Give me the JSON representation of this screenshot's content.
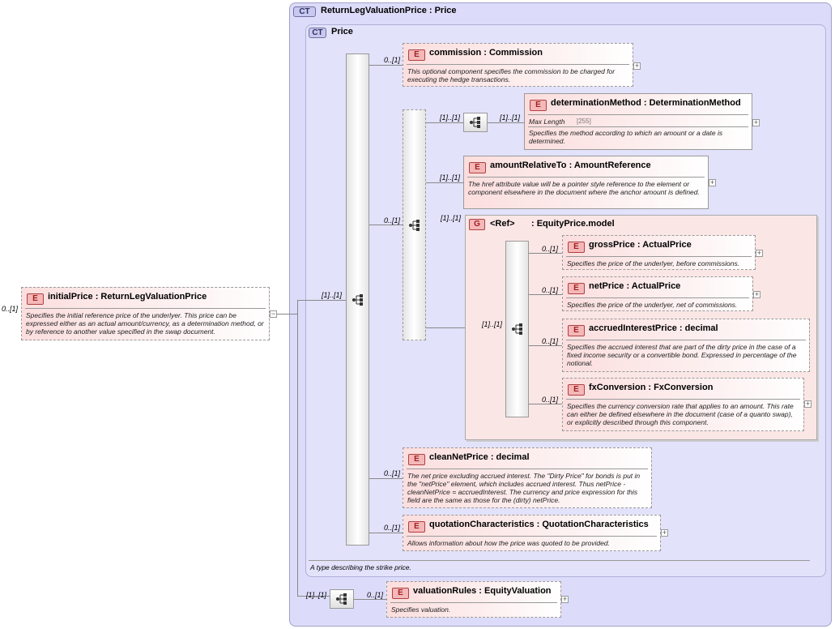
{
  "complex_type": {
    "badge": "CT",
    "title": "ReturnLegValuationPrice : Price"
  },
  "price_type": {
    "badge": "CT",
    "title": "Price",
    "footer": "A type describing the strike price."
  },
  "root_element": {
    "badge": "E",
    "title": "initialPrice : ReturnLegValuationPrice",
    "cardinality": "0..[1]",
    "description": "Specifies the initial reference price of the underlyer. This price can be expressed either as an actual amount/currency, as a determination method, or by reference to another value specified in the swap document."
  },
  "elements": {
    "commission": {
      "badge": "E",
      "title": "commission : Commission",
      "cardinality": "0..[1]",
      "description": "This optional component specifies the commission to be charged for executing the hedge transactions."
    },
    "determination_method": {
      "badge": "E",
      "title": "determinationMethod : DeterminationMethod",
      "cardinality": "[1]..[1]",
      "facet_label": "Max Length",
      "facet_value": "[255]",
      "description": "Specifies the method according to which an amount or a date is determined."
    },
    "amount_relative_to": {
      "badge": "E",
      "title": "amountRelativeTo : AmountReference",
      "cardinality": "[1]..[1]",
      "description": "The href attribute value will be a pointer style reference to the element or component elsewhere in the document where the anchor amount is defined."
    },
    "gross_price": {
      "badge": "E",
      "title": "grossPrice : ActualPrice",
      "cardinality": "0..[1]",
      "description": "Specifies the price of the underlyer, before commissions."
    },
    "net_price": {
      "badge": "E",
      "title": "netPrice : ActualPrice",
      "cardinality": "0..[1]",
      "description": "Specifies the price of the underlyer, net of commissions."
    },
    "accrued_interest_price": {
      "badge": "E",
      "title": "accruedInterestPrice : decimal",
      "cardinality": "0..[1]",
      "description": "Specifies the accrued interest that are part of the dirty price in the case of a fixed income security or a convertible bond. Expressed in percentage of the notional."
    },
    "fx_conversion": {
      "badge": "E",
      "title": "fxConversion : FxConversion",
      "cardinality": "0..[1]",
      "description": "Specifies the currency conversion rate that applies to an amount. This rate can either be defined elsewhere in the document (case of a quanto swap), or explicitly described through this component."
    },
    "clean_net_price": {
      "badge": "E",
      "title": "cleanNetPrice : decimal",
      "cardinality": "0..[1]",
      "description": "The net price excluding accrued interest. The \"Dirty Price\" for bonds is put in the \"netPrice\" element, which includes accrued interest. Thus netPrice - cleanNetPrice = accruedInterest. The currency and price expression for this field are the same as those for the (dirty) netPrice."
    },
    "quotation_characteristics": {
      "badge": "E",
      "title": "quotationCharacteristics : QuotationCharacteristics",
      "cardinality": "0..[1]",
      "description": "Allows information about how the price was quoted to be provided."
    },
    "valuation_rules": {
      "badge": "E",
      "title": "valuationRules : EquityValuation",
      "cardinality": "0..[1]",
      "description": "Specifies valuation."
    }
  },
  "group": {
    "badge": "G",
    "ref_label": "<Ref>",
    "title": ": EquityPrice.model",
    "cardinality": "[1]..[1]"
  },
  "sequences": {
    "main_cardinality": "[1]..[1]",
    "choice_cardinality": "0..[1]",
    "inner_choice_cardinality": "[1]..[1]",
    "group_seq_cardinality": "[1]..[1]",
    "bottom_cardinality": "[1]..[1]"
  },
  "icons": [
    "sequence-icon",
    "expand-plus-icon",
    "collapse-minus-icon"
  ]
}
